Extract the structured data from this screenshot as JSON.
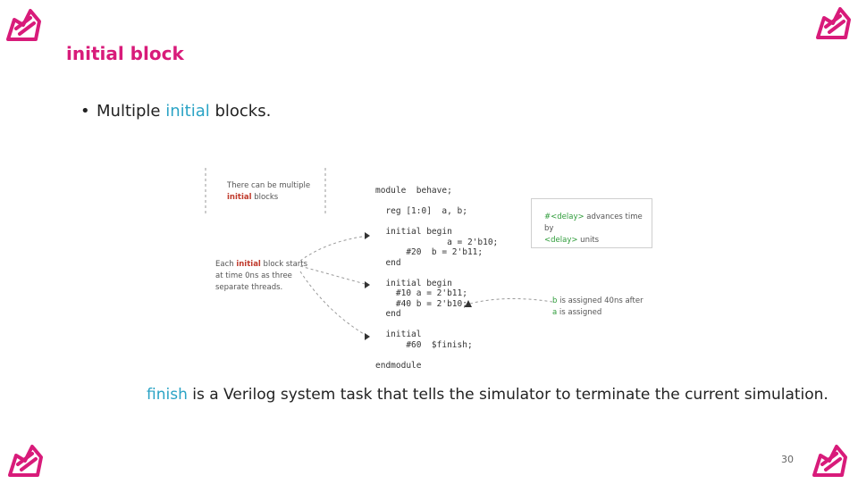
{
  "slide": {
    "title": "initial block",
    "bullet": {
      "marker": "•",
      "prefix": "Multiple",
      "highlight": "initial",
      "suffix": "blocks."
    },
    "footer": {
      "highlight": "finish",
      "rest": " is a Verilog system task that tells the simulator to terminate the current simulation."
    },
    "page_number": "30",
    "accent_color": "#d81b7a",
    "highlight_color": "#2aa3c5"
  },
  "figure": {
    "note_multiple": {
      "line1": "There can be multiple",
      "hot": "initial",
      "rest": " blocks"
    },
    "note_each": {
      "pre": "Each ",
      "hot": "initial",
      "post": " block starts",
      "line2": "at time 0ns as three",
      "line3": "separate threads."
    },
    "note_delay": {
      "line1a": "#<delay>",
      "line1b": " advances time by",
      "line2a": "<delay>",
      "line2b": " units"
    },
    "note_assign": {
      "line1a": "b",
      "line1b": " is assigned 40ns after",
      "line2a": "a",
      "line2b": " is assigned"
    },
    "code_lines": [
      "module  behave;",
      "",
      "  reg [1:0]  a, b;",
      "",
      "  initial begin",
      "              a = 2'b10;",
      "      #20  b = 2'b11;",
      "  end",
      "",
      "  initial begin",
      "    #10 a = 2'b11;",
      "    #40 b = 2'b10;",
      "  end",
      "",
      "  initial",
      "      #60  $finish;",
      "",
      "endmodule"
    ]
  }
}
